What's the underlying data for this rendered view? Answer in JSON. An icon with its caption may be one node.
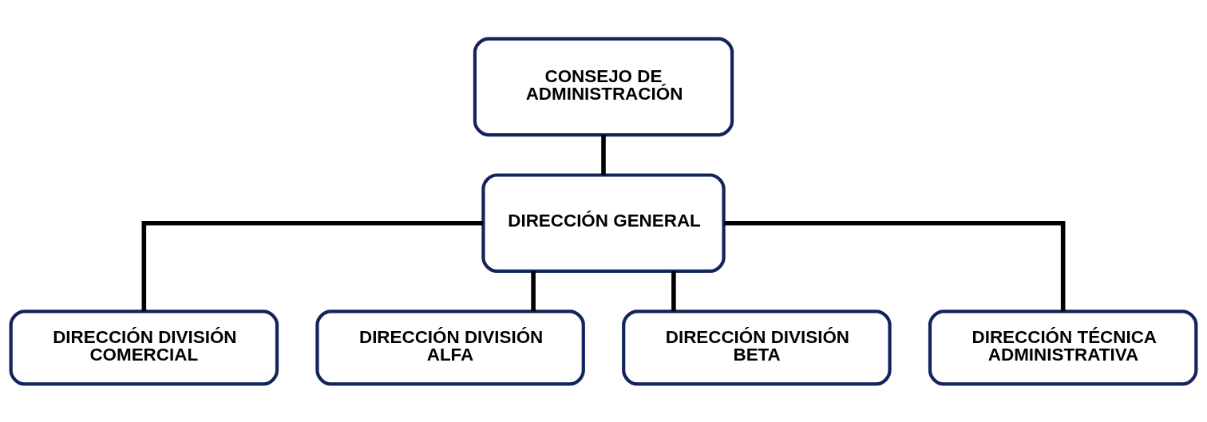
{
  "diagram": {
    "nodes": [
      {
        "text": [
          "CONSEJO DE ADMINISTRACIÓN"
        ]
      },
      {
        "text": [
          "DIRECCIÓN GENERAL"
        ]
      },
      {
        "text": [
          "DIRECCIÓN DIVISIÓN COMERCIAL"
        ]
      },
      {
        "text": [
          "DIRECCIÓN DIVISIÓN ALFA"
        ]
      },
      {
        "text": [
          "DIRECCIÓN DIVISIÓN BETA"
        ]
      },
      {
        "text": [
          "DIRECCIÓN TÉCNICA ADMINISTRATIVA"
        ]
      }
    ],
    "edges": [
      {
        "from": 0,
        "to": 1,
        "arrow": "none"
      },
      {
        "from": 1,
        "to": 2,
        "arrow": "none"
      },
      {
        "from": 1,
        "to": 3,
        "arrow": "none"
      },
      {
        "from": 1,
        "to": 4,
        "arrow": "none"
      },
      {
        "from": 1,
        "to": 5,
        "arrow": "none"
      }
    ]
  }
}
